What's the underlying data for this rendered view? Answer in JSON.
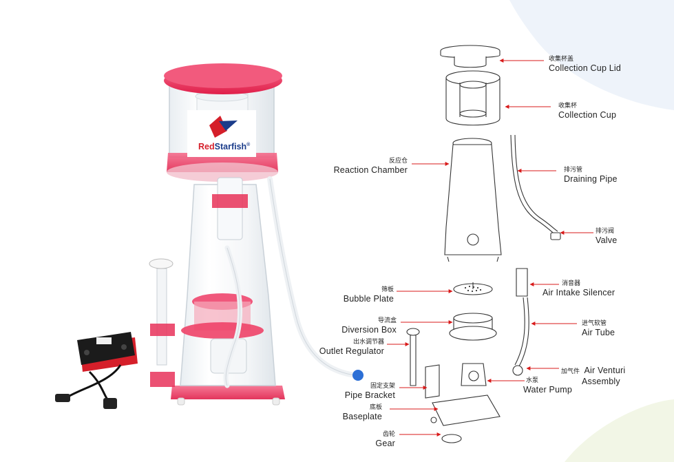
{
  "brand": {
    "name_red": "Red",
    "name_blue": "Starfish",
    "registered": "®"
  },
  "colors": {
    "accent_red": "#e8234d",
    "pink": "#f0436a",
    "arrow": "#d81a1a",
    "blue_valve": "#2c6fd6",
    "line": "#333333"
  },
  "labels": {
    "collection_cup_lid": {
      "cn": "收集杯盖",
      "en": "Collection Cup Lid"
    },
    "collection_cup": {
      "cn": "收集杯",
      "en": "Collection Cup"
    },
    "reaction_chamber": {
      "cn": "反应仓",
      "en": "Reaction Chamber"
    },
    "draining_pipe": {
      "cn": "排污管",
      "en": "Draining Pipe"
    },
    "valve": {
      "cn": "排污阀",
      "en": "Valve"
    },
    "bubble_plate": {
      "cn": "筛板",
      "en": "Bubble Plate"
    },
    "air_intake_silencer": {
      "cn": "消音器",
      "en": "Air Intake Silencer"
    },
    "diversion_box": {
      "cn": "导流盒",
      "en": "Diversion Box"
    },
    "air_tube": {
      "cn": "进气软管",
      "en": "Air Tube"
    },
    "outlet_regulator": {
      "cn": "出水调节器",
      "en": "Outlet Regulator"
    },
    "air_venturi_assembly": {
      "cn": "加气件",
      "en_line1": "Air Venturi",
      "en_line2": "Assembly"
    },
    "pipe_bracket": {
      "cn": "固定支架",
      "en": "Pipe Bracket"
    },
    "water_pump": {
      "cn": "水泵",
      "en": "Water Pump"
    },
    "baseplate": {
      "cn": "底板",
      "en": "Baseplate"
    },
    "gear": {
      "cn": "齿轮",
      "en": "Gear"
    }
  }
}
